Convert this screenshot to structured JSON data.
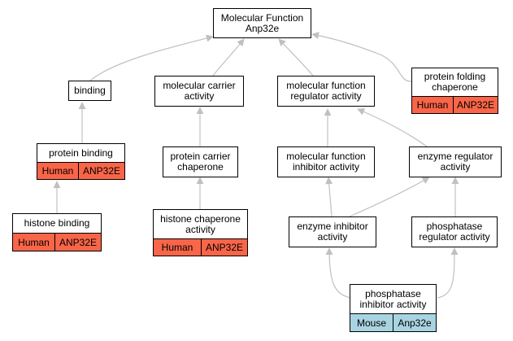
{
  "graph": {
    "root": {
      "title": "Molecular Function",
      "gene": "Anp32e"
    },
    "nodes": {
      "binding": "binding",
      "molecular_carrier_activity": "molecular carrier activity",
      "molecular_function_regulator_activity": "molecular function regulator activity",
      "protein_folding_chaperone": "protein folding chaperone",
      "protein_binding": "protein binding",
      "protein_carrier_chaperone": "protein carrier chaperone",
      "molecular_function_inhibitor_activity": "molecular function inhibitor activity",
      "enzyme_regulator_activity": "enzyme regulator activity",
      "histone_binding": "histone binding",
      "histone_chaperone_activity": "histone chaperone activity",
      "enzyme_inhibitor_activity": "enzyme inhibitor activity",
      "phosphatase_regulator_activity": "phosphatase regulator activity",
      "phosphatase_inhibitor_activity": "phosphatase inhibitor activity"
    },
    "annotations": {
      "human": {
        "species": "Human",
        "gene": "ANP32E",
        "color": "#f96548"
      },
      "mouse": {
        "species": "Mouse",
        "gene": "Anp32e",
        "color": "#a8d4e1"
      }
    },
    "edge_color": "#c0c0c0"
  }
}
